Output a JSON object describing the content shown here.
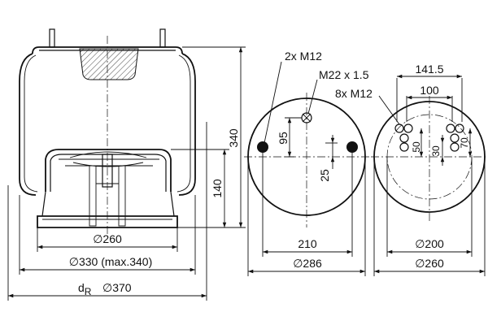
{
  "side_view": {
    "dim_260": "∅260",
    "dim_330": "∅330 (max.340)",
    "dim_370_prefix": "d",
    "dim_370_sub": "R",
    "dim_370": "∅370",
    "dim_340": "340",
    "dim_140": "140"
  },
  "top_plate": {
    "label_2x_m12": "2x M12",
    "label_m22": "M22 x 1.5",
    "dim_95": "95",
    "dim_25": "25",
    "dim_210": "210",
    "dim_286": "∅286"
  },
  "bottom_plate": {
    "label_8x_m12": "8x M12",
    "dim_141_5": "141.5",
    "dim_100": "100",
    "dim_50": "50",
    "dim_30": "30",
    "dim_70": "70",
    "dim_200": "∅200",
    "dim_260": "∅260"
  },
  "colors": {
    "line": "#111111",
    "background": "#ffffff"
  }
}
